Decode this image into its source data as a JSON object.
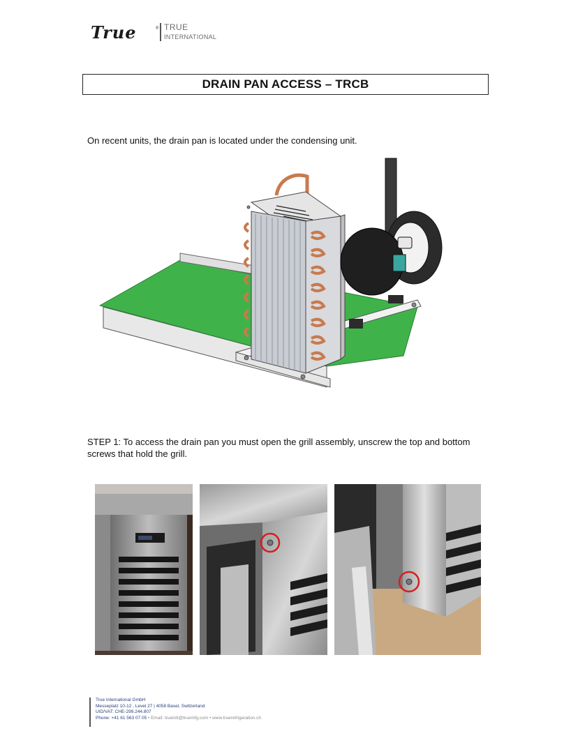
{
  "header": {
    "logo_script": "True",
    "logo_reg": "®",
    "logo_word1": "TRUE",
    "logo_word2": "INTERNATIONAL"
  },
  "title": "DRAIN PAN ACCESS – TRCB",
  "intro": "On recent units, the drain pan is located under the condensing unit.",
  "step1": "STEP 1: To access the drain pan you must open the grill assembly, unscrew the top and bottom screws that hold the grill.",
  "footer": {
    "company": "True International GmbH",
    "address": "Messeplatz 10-12 , Level 27 | 4058 Basel, Switzerland",
    "vat": "UID/VAT: CHE-299.244.807",
    "phone": "Phone: +41 61 563 07 05",
    "contact": " • Email: trueintl@truemfg.com • www.truerefrigeration.ch"
  },
  "colors": {
    "drain_pan_green": "#3fb34a",
    "copper_coil": "#c87a4e",
    "highlight_circle": "#d32020",
    "footer_text": "#2a3f7a"
  }
}
